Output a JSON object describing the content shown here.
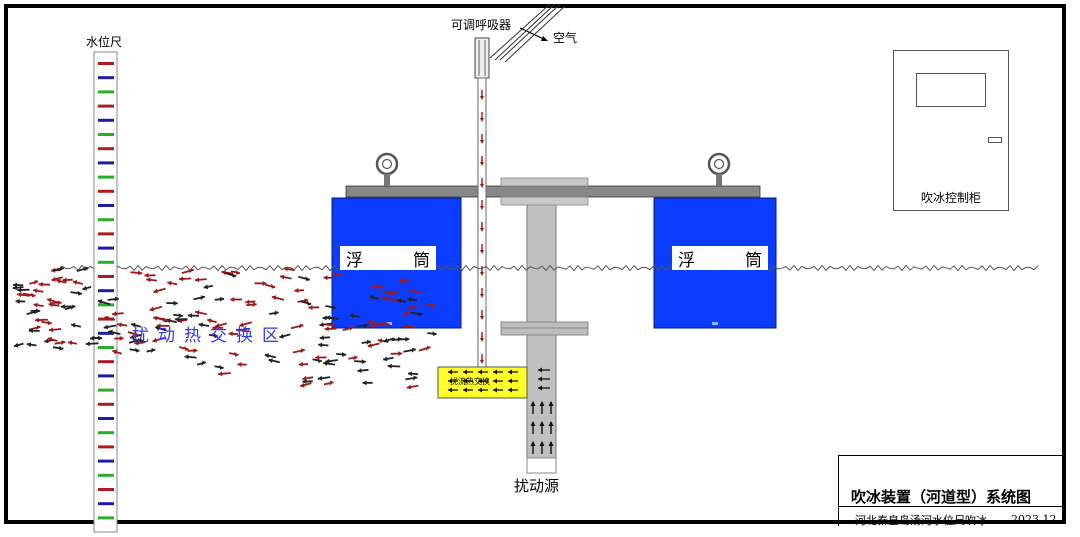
{
  "labels": {
    "ruler": "水位尺",
    "breather": "可调呼吸器",
    "air": "空气",
    "float_left": [
      "浮",
      "筒"
    ],
    "float_right": [
      "浮",
      "筒"
    ],
    "zone": [
      "扰",
      "动",
      "热",
      "交",
      "换",
      "区"
    ],
    "block": "扰流热交换",
    "source": "扰动源",
    "cabinet": "吹冰控制柜"
  },
  "title_block": {
    "title": "吹冰装置（河道型）系统图",
    "subtitle": "河北秦皇岛汤河水位尺吹冰",
    "date": "2023.12"
  },
  "colors": {
    "float": "#0a3dff",
    "block": "#ffff2a",
    "pipe": "#c0c0c0",
    "arrow_red": "#9b1b1b",
    "arrow_dark": "#222222",
    "ruler_red": "#b01c1c",
    "ruler_blue": "#1c1ca8",
    "ruler_green": "#27b027",
    "zone_text": "#3434ff"
  }
}
